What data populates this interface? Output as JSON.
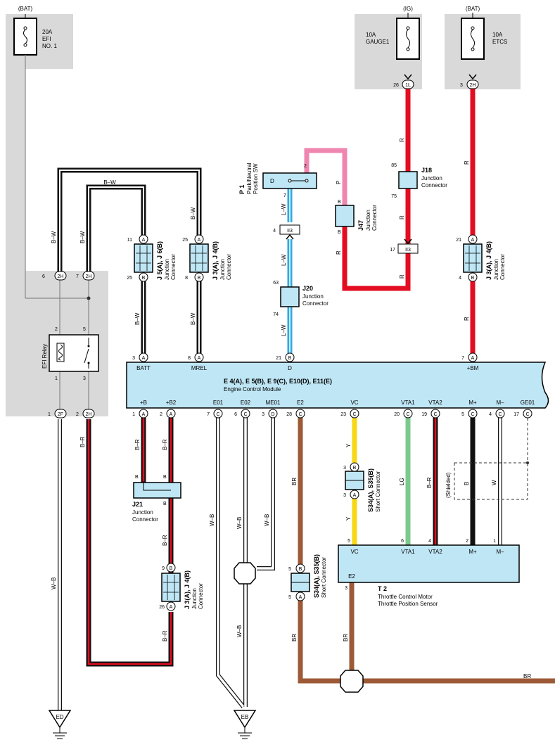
{
  "fuses": {
    "efi": {
      "supply": "(BAT)",
      "line1": "20A",
      "line2": "EFI",
      "line3": "NO. 1"
    },
    "gauge": {
      "supply": "(IG)",
      "line1": "10A",
      "line2": "GAUGE1"
    },
    "etcs": {
      "supply": "(BAT)",
      "line1": "10A",
      "line2": "ETCS"
    }
  },
  "efi_relay": {
    "label": "EFI Relay",
    "pin_top_left": "2",
    "pin_top_right": "5",
    "pin_bot_left": "1",
    "pin_bot_right": "3"
  },
  "terminals": {
    "t_2h_a": "2H",
    "t_2h_b": "2H",
    "t_2h_c": "2H",
    "t_2f": "2F",
    "t_1l": "1L",
    "t_2h_etcs": "2H"
  },
  "ecm": {
    "codes": "E 4(A), E 5(B), E 9(C), E10(D), E11(E)",
    "name": "Engine Control Module",
    "top_labels": [
      "BATT",
      "MREL",
      "D",
      "+BM"
    ],
    "bottom_labels": [
      "+B",
      "+B2",
      "E01",
      "E02",
      "ME01",
      "E2",
      "VC",
      "VTA1",
      "VTA2",
      "M+",
      "M–",
      "GE01"
    ]
  },
  "throttle": {
    "code": "T 2",
    "line1": "Throttle Control Motor",
    "line2": "Throttle Position Sensor",
    "labels": [
      "VC",
      "VTA1",
      "VTA2",
      "M+",
      "M–",
      "E2"
    ]
  },
  "connectors": {
    "j5j6": {
      "code": "J 5(A), J 6(B)",
      "l1": "Junction",
      "l2": "Connector"
    },
    "j3j4_top": {
      "code": "J 3(A), J 4(B)",
      "l1": "Junction",
      "l2": "Connector"
    },
    "j3j4_right": {
      "code": "J 3(A), J 4(B)",
      "l1": "Junction",
      "l2": "Connector"
    },
    "j3j4_bot": {
      "code": "J 3(A), J 4(B)",
      "l1": "Junction",
      "l2": "Connector"
    },
    "p1": {
      "code": "P 1",
      "l1": "Park/Neutral",
      "l2": "Position SW",
      "pin_d": "D"
    },
    "j47": {
      "code": "J47",
      "l1": "Junction",
      "l2": "Connector"
    },
    "j18": {
      "code": "J18",
      "l1": "Junction",
      "l2": "Connector"
    },
    "j20": {
      "code": "J20",
      "l1": "Junction",
      "l2": "Connector"
    },
    "j21": {
      "code": "J21",
      "l1": "Junction",
      "l2": "Connector"
    },
    "s34_top": {
      "code": "S34(A), S35(B)",
      "l1": "Short Connector"
    },
    "s34_bot": {
      "code": "S34(A), S35(B)",
      "l1": "Short Connector"
    },
    "ii3": "II3",
    "shielded": "(Shielded)"
  },
  "wire_labels": {
    "bw": "B–W",
    "br": "B–R",
    "wb": "W–B",
    "lw": "L–W",
    "r": "R",
    "p": "P",
    "y": "Y",
    "lg": "LG",
    "brown": "BR",
    "b": "B",
    "w": "W"
  },
  "grounds": {
    "ed": "ED",
    "eb": "EB"
  },
  "pins": {
    "n1": "1",
    "n2": "2",
    "n3": "3",
    "n4": "4",
    "n5": "5",
    "n6": "6",
    "n7": "7",
    "n8": "8",
    "n9": "9",
    "n11": "11",
    "n17": "17",
    "n19": "19",
    "n20": "20",
    "n21": "21",
    "n23": "23",
    "n25": "25",
    "n26": "26",
    "n28": "28",
    "n63": "63",
    "n74": "74",
    "n75": "75",
    "n85": "85",
    "A": "A",
    "B": "B",
    "C": "C",
    "D": "D"
  },
  "colors": {
    "red": "#e30d21",
    "pink": "#ef86b0",
    "blue": "#33a9df",
    "yellow": "#f7d716",
    "green": "#7cc98d",
    "brown": "#9c5a36",
    "black": "#111111",
    "panel": "#d9d9d9",
    "box": "#bfe6f5"
  }
}
